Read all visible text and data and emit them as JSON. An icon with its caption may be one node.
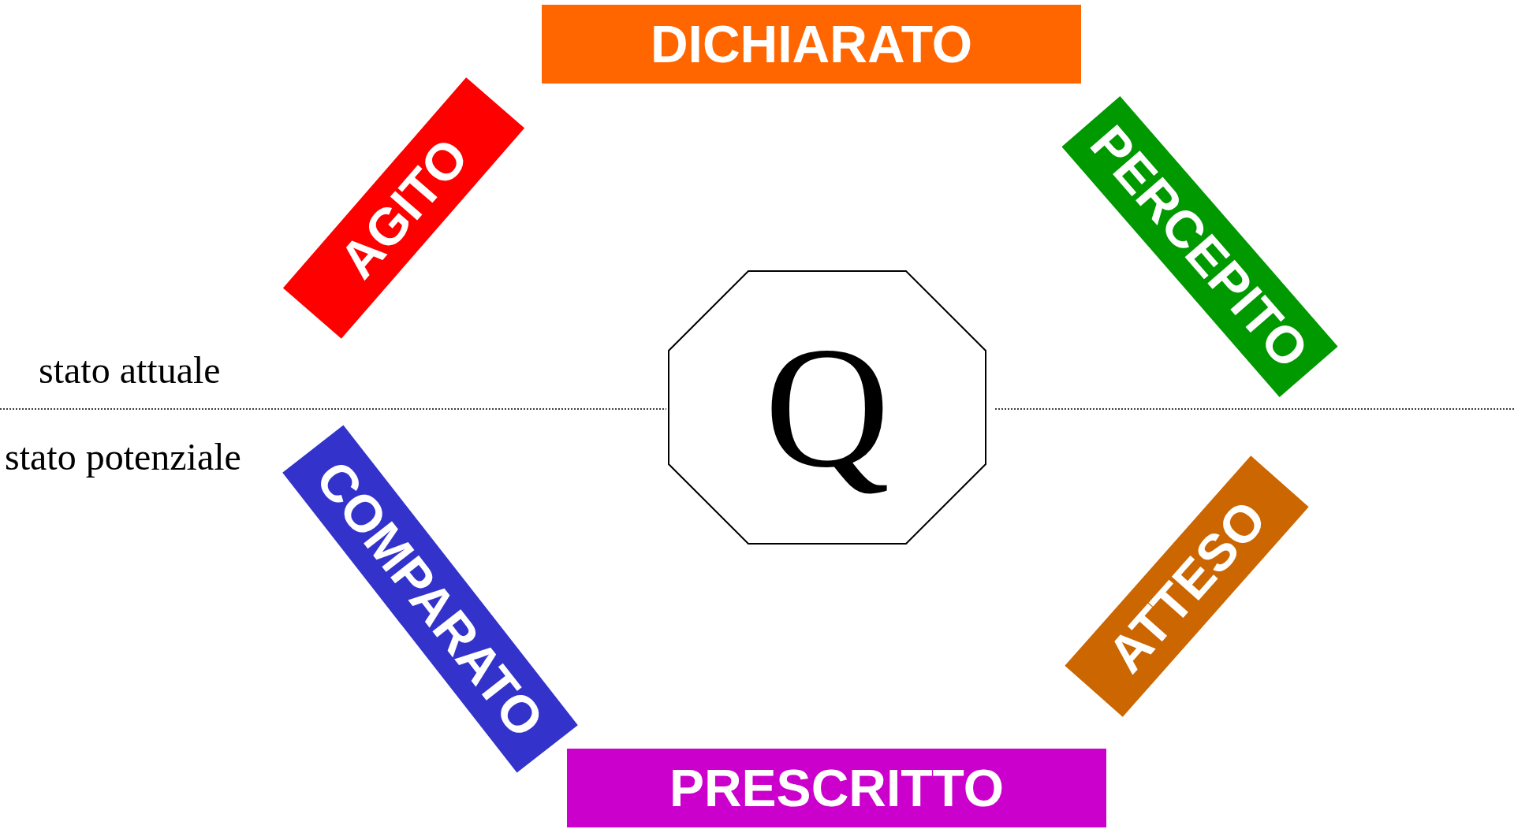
{
  "diagram": {
    "nodes": [
      {
        "text": [
          "DICHIARATO"
        ]
      },
      {
        "text": [
          "AGITO"
        ]
      },
      {
        "text": [
          "PERCEPITO"
        ]
      },
      {
        "text": [
          "Q"
        ]
      },
      {
        "text": [
          "COMPARATO"
        ]
      },
      {
        "text": [
          "ATTESO"
        ]
      },
      {
        "text": [
          "PRESCRITTO"
        ]
      }
    ],
    "edges": [],
    "labels": [
      "stato attuale",
      "stato potenziale"
    ]
  }
}
